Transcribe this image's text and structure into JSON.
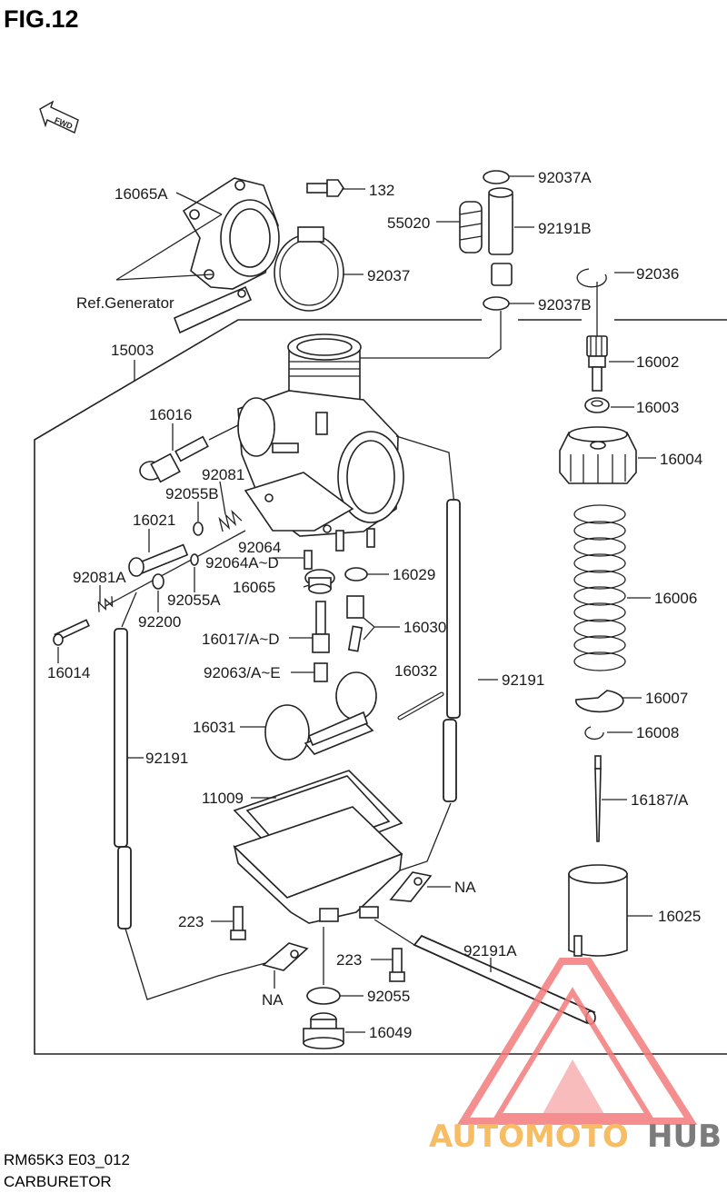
{
  "header": {
    "title": "FIG.12"
  },
  "fwd_arrow": {
    "label": "FWD",
    "icon": "fwd-arrow-icon"
  },
  "footer": {
    "model_code": "RM65K3 E03_012",
    "section_name": "CARBURETOR"
  },
  "watermark": {
    "brand_part1": "AUTOMOTO",
    "brand_part2": "HUB",
    "icon": "triangle-logo-icon",
    "color_primary": "#f47c7c",
    "color_orange": "#f6b24a",
    "color_dark": "#666666"
  },
  "callouts": {
    "p16065A": "16065A",
    "p132": "132",
    "p92037A": "92037A",
    "p55020": "55020",
    "p92191B": "92191B",
    "p92037": "92037",
    "p92036": "92036",
    "ref_generator": "Ref.Generator",
    "p92037B": "92037B",
    "p15003": "15003",
    "p16002": "16002",
    "p16003": "16003",
    "p16016": "16016",
    "p16004": "16004",
    "p92081": "92081",
    "p92055B": "92055B",
    "p16021": "16021",
    "p92064": "92064",
    "p92064A_D": "92064A~D",
    "p16029": "16029",
    "p92081A": "92081A",
    "p16065": "16065",
    "p16006": "16006",
    "p92055A": "92055A",
    "p16030": "16030",
    "p92200": "92200",
    "p16017A_D": "16017/A~D",
    "p16014": "16014",
    "p92063A_E": "92063/A~E",
    "p16032": "16032",
    "p92191_right": "92191",
    "p16007": "16007",
    "p16031": "16031",
    "p16008": "16008",
    "p92191_left": "92191",
    "p11009": "11009",
    "p16187A": "16187/A",
    "na_right": "NA",
    "p16025": "16025",
    "p223_upper": "223",
    "p92191A": "92191A",
    "p223_lower": "223",
    "na_left": "NA",
    "p92055": "92055",
    "p16049": "16049"
  }
}
